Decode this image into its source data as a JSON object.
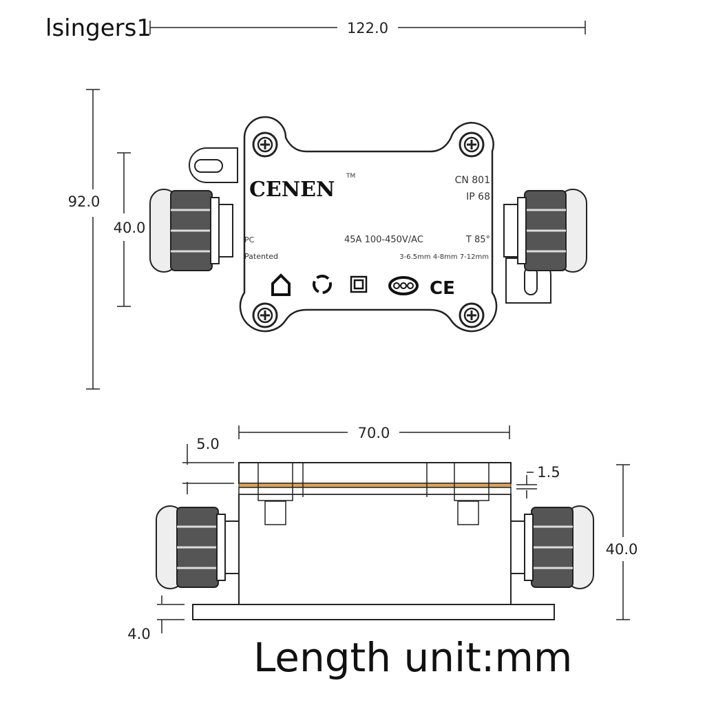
{
  "watermark": "lsingers1",
  "top_view": {
    "brand": "CENEN",
    "trademark": "TM",
    "model": "CN 801",
    "rating_ip": "IP 68",
    "material": "PC",
    "patented": "Patented",
    "electrical": "45A 100-450V/AC",
    "temperature": "T 85°",
    "cable_ranges": "3-6.5mm  4-8mm  7-12mm",
    "certification_icons": [
      "indoor-outdoor-icon",
      "recycle-icon",
      "double-insulation-icon",
      "ccc-icon",
      "ce-mark-icon"
    ],
    "ce_text": "CE",
    "dim_width": "122.0",
    "dim_height": "92.0",
    "dim_body_height": "40.0"
  },
  "side_view": {
    "dim_body_width": "70.0",
    "dim_lid": "5.0",
    "dim_seal": "1.5",
    "dim_height": "40.0",
    "dim_base": "4.0",
    "seal_color": "#d9a35a"
  },
  "footer": {
    "unit_note": "Length unit:mm"
  }
}
